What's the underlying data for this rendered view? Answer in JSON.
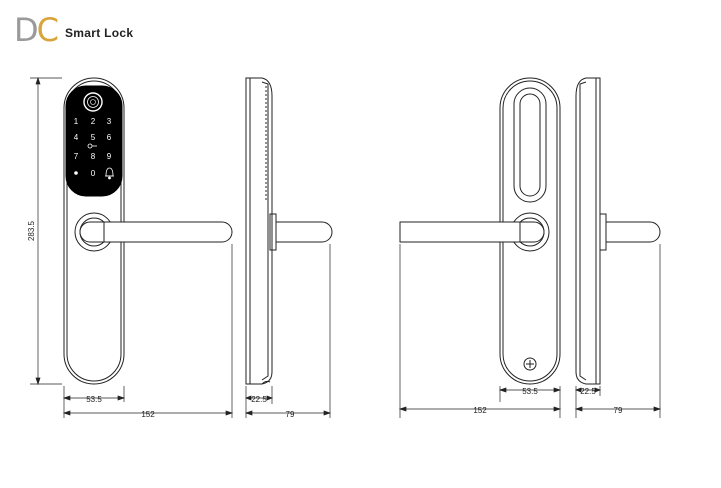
{
  "brand": {
    "mark_left": "D",
    "mark_right": "C",
    "name": "Smart Lock",
    "mark_left_color": "#9a9a9a",
    "mark_right_color": "#d9a43a"
  },
  "keypad": {
    "keys": [
      "1",
      "2",
      "3",
      "4",
      "5",
      "6",
      "7",
      "8",
      "9",
      "0"
    ],
    "key_fill": "#000000",
    "key_text_color": "#ffffff"
  },
  "dimensions": {
    "front_height": "283.5",
    "front_width": "53.5",
    "front_lever": "152",
    "side_depth_front": "22.5",
    "side_total_front": "79",
    "back_lever": "152",
    "back_width": "53.5",
    "side_depth_back": "22.5",
    "side_total_back": "79"
  }
}
